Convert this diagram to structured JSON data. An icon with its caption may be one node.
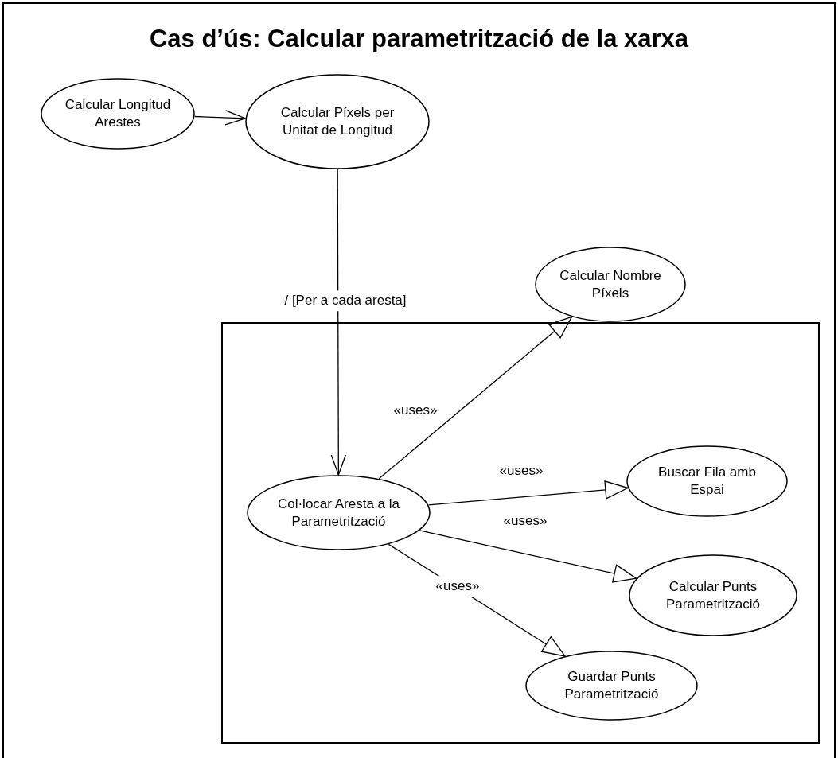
{
  "diagram": {
    "title": "Cas d’ús: Calcular parametrització de la xarxa",
    "nodes": [
      {
        "text": [
          "Calcular Longitud Arestes"
        ]
      },
      {
        "text": [
          "Calcular Píxels per Unitat de Longitud"
        ]
      },
      {
        "text": [],
        "shape": "box"
      },
      {
        "text": [
          "Calcular Nombre Píxels"
        ]
      },
      {
        "text": [
          "Col·locar Aresta a la Parametrització"
        ],
        "in": 2
      },
      {
        "text": [
          "Buscar Fila amb Espai"
        ],
        "in": 2
      },
      {
        "text": [
          "Calcular Punts Parametrització"
        ],
        "in": 2
      },
      {
        "text": [
          "Guardar Punts Parametrització"
        ],
        "in": 2
      }
    ],
    "edges": [
      {
        "from": 0,
        "to": 1,
        "arrow": "to"
      },
      {
        "from": 1,
        "to": 4,
        "arrow": "to",
        "label": "/ [Per a cada aresta]"
      },
      {
        "from": 4,
        "to": 3,
        "arrow": "to",
        "label": "«uses»"
      },
      {
        "from": 4,
        "to": 5,
        "arrow": "to",
        "label": "«uses»"
      },
      {
        "from": 4,
        "to": 6,
        "arrow": "to",
        "label": "«uses»"
      },
      {
        "from": 4,
        "to": 7,
        "arrow": "to",
        "label": "«uses»"
      }
    ]
  }
}
